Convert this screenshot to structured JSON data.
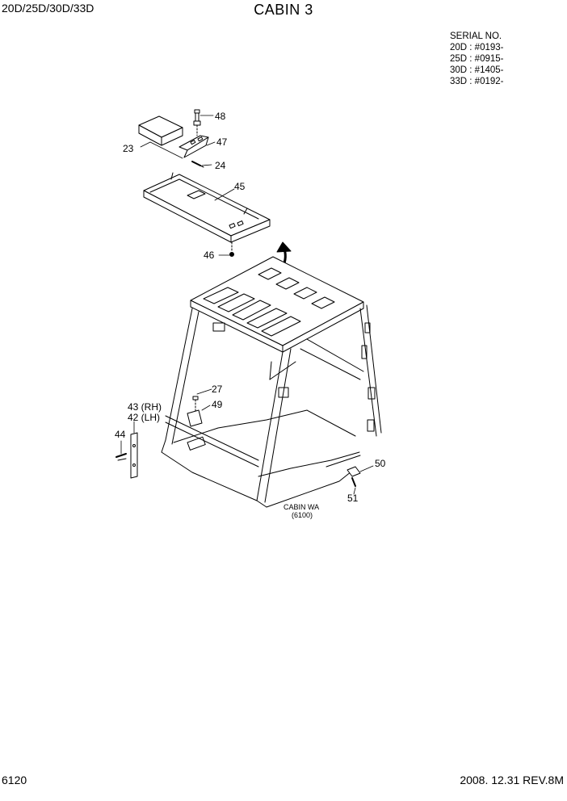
{
  "header": {
    "models": "20D/25D/30D/33D",
    "title": "CABIN 3"
  },
  "serial": {
    "heading": "SERIAL NO.",
    "lines": [
      "20D : #0193-",
      "25D : #0915-",
      "30D : #1405-",
      "33D : #0192-"
    ]
  },
  "callouts": {
    "p48": "48",
    "p47": "47",
    "p23": "23",
    "p24": "24",
    "p45": "45",
    "p46": "46",
    "p27": "27",
    "p49": "49",
    "p43": "43 (RH)",
    "p42": "42 (LH)",
    "p44": "44",
    "p50": "50",
    "p51": "51"
  },
  "cabin_ref": {
    "name": "CABIN WA",
    "page": "(6100)"
  },
  "footer": {
    "page_number": "6120",
    "revision": "2008. 12.31  REV.8M"
  }
}
